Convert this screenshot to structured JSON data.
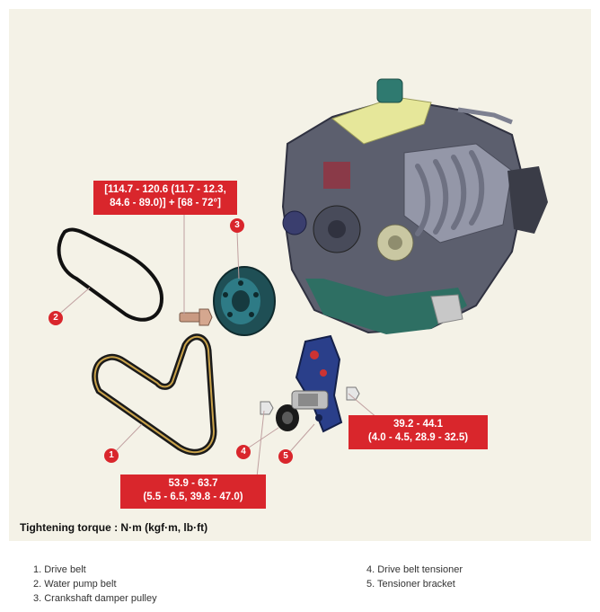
{
  "torque_labels": {
    "crank_bolt": {
      "line1": "[114.7 - 120.6 (11.7 - 12.3,",
      "line2": "84.6 - 89.0)] + [68 - 72°]"
    },
    "tensioner_bolt": {
      "line1": "39.2 - 44.1",
      "line2": "(4.0 - 4.5, 28.9 - 32.5)"
    },
    "idler_bolt": {
      "line1": "53.9 - 63.7",
      "line2": "(5.5 - 6.5, 39.8 - 47.0)"
    }
  },
  "callouts": [
    "1",
    "2",
    "3",
    "4",
    "5"
  ],
  "caption": "Tightening torque : N·m (kgf·m, lb·ft)",
  "legend": {
    "left": [
      "1. Drive belt",
      "2. Water pump belt",
      "3. Crankshaft damper pulley"
    ],
    "right": [
      "4. Drive belt tensioner",
      "5. Tensioner bracket"
    ]
  },
  "colors": {
    "label_red": "#d9262c",
    "background": "#f4f2e7"
  }
}
